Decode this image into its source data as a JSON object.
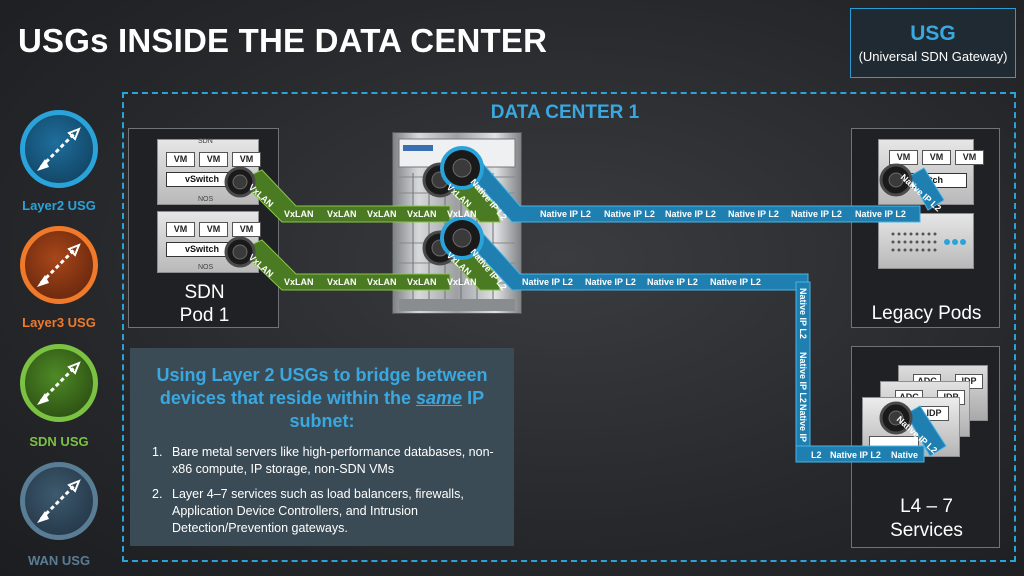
{
  "slide": {
    "title": "USGs INSIDE THE DATA CENTER"
  },
  "usg_box": {
    "title": "USG",
    "subtitle": "(Universal SDN Gateway)"
  },
  "data_center": {
    "label": "DATA CENTER 1"
  },
  "legend": [
    {
      "label": "Layer2 USG",
      "color": "#2aa3db"
    },
    {
      "label": "Layer3 USG",
      "color": "#f07a2a"
    },
    {
      "label": "SDN USG",
      "color": "#7cc242"
    },
    {
      "label": "WAN USG",
      "color": "#5a7d96"
    }
  ],
  "sdn_pod": {
    "label_line1": "SDN",
    "label_line2": "Pod 1",
    "server_top_label": "SDN",
    "server_mid_label": "NOS",
    "server_bottom_label": "NOS",
    "side_label": "SDN",
    "vm_labels": [
      "VM",
      "VM",
      "VM"
    ],
    "switch_label": "vSwitch"
  },
  "legacy_pods": {
    "label": "Legacy Pods",
    "vm_labels": [
      "VM",
      "VM",
      "VM"
    ],
    "switch_label": "Switch"
  },
  "services": {
    "label_line1": "L4 – 7",
    "label_line2": "Services",
    "card_labels": [
      "ADC",
      "IDP"
    ]
  },
  "links": {
    "vxlan_upper": [
      "VxLAN",
      "VxLAN",
      "VxLAN",
      "VxLAN",
      "VxLAN"
    ],
    "vxlan_lower": [
      "VxLAN",
      "VxLAN",
      "VxLAN",
      "VxLAN",
      "VxLAN"
    ],
    "vxlan_diag": "VxLAN",
    "native_upper": [
      "Native IP L2",
      "Native IP L2",
      "Native IP L2",
      "Native IP L2",
      "Native IP L2",
      "Native IP L2"
    ],
    "native_lower": [
      "Native IP L2",
      "Native IP L2",
      "Native IP L2",
      "Native IP L2"
    ],
    "native_vertical": [
      "Native IP L2",
      "Native IP L2",
      "Native IP"
    ],
    "native_bottom": [
      "L2",
      "Native IP L2",
      "Native"
    ],
    "native_diag": "Native IP L2"
  },
  "info": {
    "heading_pre": "Using Layer 2 USGs to bridge between devices that reside within the",
    "heading_em": "same",
    "heading_post": "IP subnet:",
    "items": [
      {
        "num": "1.",
        "text": "Bare metal servers like high-performance databases, non-x86 compute, IP storage, non-SDN VMs"
      },
      {
        "num": "2.",
        "text": "Layer 4–7 services such as load balancers, firewalls, Application Device Controllers, and Intrusion Detection/Prevention gateways."
      }
    ]
  }
}
